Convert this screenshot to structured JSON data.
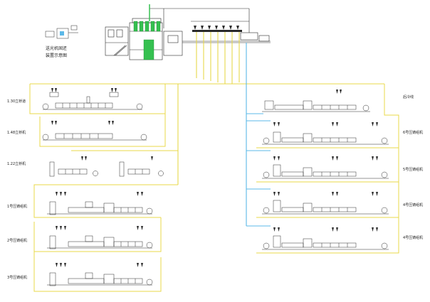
{
  "colors": {
    "yellow": "#e8d84a",
    "cyan": "#5bb8e8",
    "green": "#35c050",
    "ink": "#2a2a2a",
    "background": "#ffffff"
  },
  "legend": {
    "line1": "送光机固还",
    "line2": "装置示意图"
  },
  "left_lines": [
    {
      "label": "1.30立桥道",
      "units": 2,
      "tray": 2,
      "tall": false
    },
    {
      "label": "1.48立桥机",
      "units": 2,
      "tray": 2,
      "tall": false
    },
    {
      "label": "1.22立桥机",
      "units": 2,
      "tray": 1,
      "tall": true
    },
    {
      "label": "1号压铸组机",
      "units": 2,
      "tray": 2,
      "tall": true
    },
    {
      "label": "2号压铸组机",
      "units": 2,
      "tray": 2,
      "tall": true
    },
    {
      "label": "3号压铸组机",
      "units": 2,
      "tray": 2,
      "tall": true
    }
  ],
  "right_lines": [
    {
      "label": "后冷线",
      "units": 1,
      "tray": 2,
      "tall": false
    },
    {
      "label": "6号压铸组机",
      "units": 3,
      "tray": 2,
      "tall": false
    },
    {
      "label": "5号压铸组机",
      "units": 3,
      "tray": 2,
      "tall": true
    },
    {
      "label": "4号压铸组机",
      "units": 3,
      "tray": 2,
      "tall": true
    },
    {
      "label": "4号压铸组机",
      "units": 3,
      "tray": 2,
      "tall": true
    }
  ]
}
